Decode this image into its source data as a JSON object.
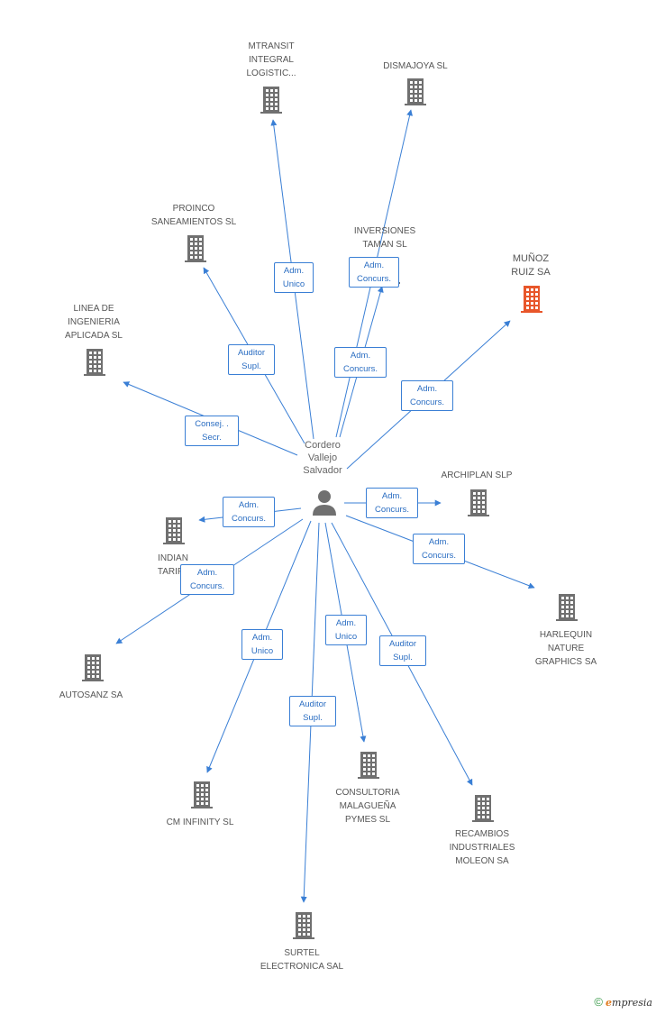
{
  "center": {
    "label": "Cordero\nVallejo\nSalvador"
  },
  "nodes": [
    {
      "id": "mtransit",
      "label": "MTRANSIT\nINTEGRAL\nLOGISTIC...",
      "color": "#707070"
    },
    {
      "id": "dismajoya",
      "label": "DISMAJOYA SL",
      "color": "#707070"
    },
    {
      "id": "proinco",
      "label": "PROINCO\nSANEAMIENTOS SL",
      "color": "#707070"
    },
    {
      "id": "inversiones",
      "label": "INVERSIONES\nTAMAN SL",
      "color": "#707070"
    },
    {
      "id": "munoz",
      "label": "MUÑOZ\nRUIZ SA",
      "color": "#e8562a"
    },
    {
      "id": "linea",
      "label": "LINEA DE\nINGENIERIA\nAPLICADA SL",
      "color": "#707070"
    },
    {
      "id": "archiplan",
      "label": "ARCHIPLAN SLP",
      "color": "#707070"
    },
    {
      "id": "indian",
      "label": "INDIAN\nTARIFA",
      "color": "#707070"
    },
    {
      "id": "harlequin",
      "label": "HARLEQUIN\nNATURE\nGRAPHICS SA",
      "color": "#707070"
    },
    {
      "id": "autosanz",
      "label": "AUTOSANZ SA",
      "color": "#707070"
    },
    {
      "id": "cminfinity",
      "label": "CM INFINITY  SL",
      "color": "#707070"
    },
    {
      "id": "consultoria",
      "label": "CONSULTORIA\nMALAGUEÑA\nPYMES  SL",
      "color": "#707070"
    },
    {
      "id": "recambios",
      "label": "RECAMBIOS\nINDUSTRIALES\nMOLEON SA",
      "color": "#707070"
    },
    {
      "id": "surtel",
      "label": "SURTEL\nELECTRONICA SAL",
      "color": "#707070"
    }
  ],
  "edges": [
    {
      "to": "mtransit",
      "label": "Adm.\nUnico"
    },
    {
      "to": "dismajoya",
      "label": "Adm.\nConcurs."
    },
    {
      "to": "inversiones",
      "label": "Adm.\nConcurs."
    },
    {
      "to": "proinco",
      "label": "Auditor\nSupl."
    },
    {
      "to": "munoz",
      "label": "Adm.\nConcurs."
    },
    {
      "to": "linea",
      "label": "Consej. .\nSecr."
    },
    {
      "to": "archiplan",
      "label": "Adm.\nConcurs."
    },
    {
      "to": "indian",
      "label": "Adm.\nConcurs."
    },
    {
      "to": "harlequin",
      "label": "Adm.\nConcurs."
    },
    {
      "to": "autosanz",
      "label": "Adm.\nConcurs."
    },
    {
      "to": "cminfinity",
      "label": "Adm.\nUnico"
    },
    {
      "to": "consultoria",
      "label": "Adm.\nUnico"
    },
    {
      "to": "recambios",
      "label": "Auditor\nSupl."
    },
    {
      "to": "surtel",
      "label": "Auditor\nSupl."
    }
  ],
  "footer": {
    "copyright": "©",
    "brand_initial": "e",
    "brand_rest": "mpresia"
  },
  "colors": {
    "edge": "#3a7fd5",
    "building": "#707070",
    "highlight": "#e8562a",
    "person": "#707070"
  }
}
